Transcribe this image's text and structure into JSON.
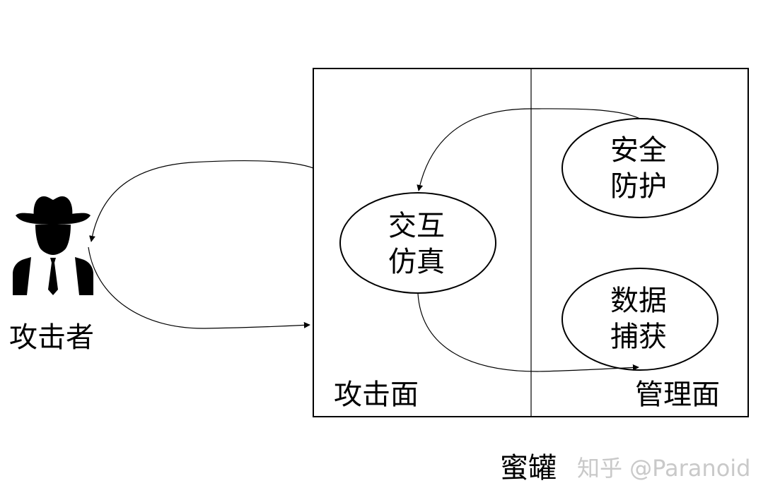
{
  "actor": {
    "label": "攻击者",
    "icon": "hacker-spy-icon"
  },
  "honeypot": {
    "caption": "蜜罐",
    "zones": {
      "attack_surface": "攻击面",
      "management_plane": "管理面"
    },
    "nodes": {
      "interaction": {
        "line1": "交互",
        "line2": "仿真"
      },
      "security": {
        "line1": "安全",
        "line2": "防护"
      },
      "capture": {
        "line1": "数据",
        "line2": "捕获"
      }
    }
  },
  "watermark": {
    "text": "知乎 @Paranoid"
  },
  "colors": {
    "stroke": "#000000",
    "background": "#ffffff",
    "watermark": "#c9c9c9"
  }
}
